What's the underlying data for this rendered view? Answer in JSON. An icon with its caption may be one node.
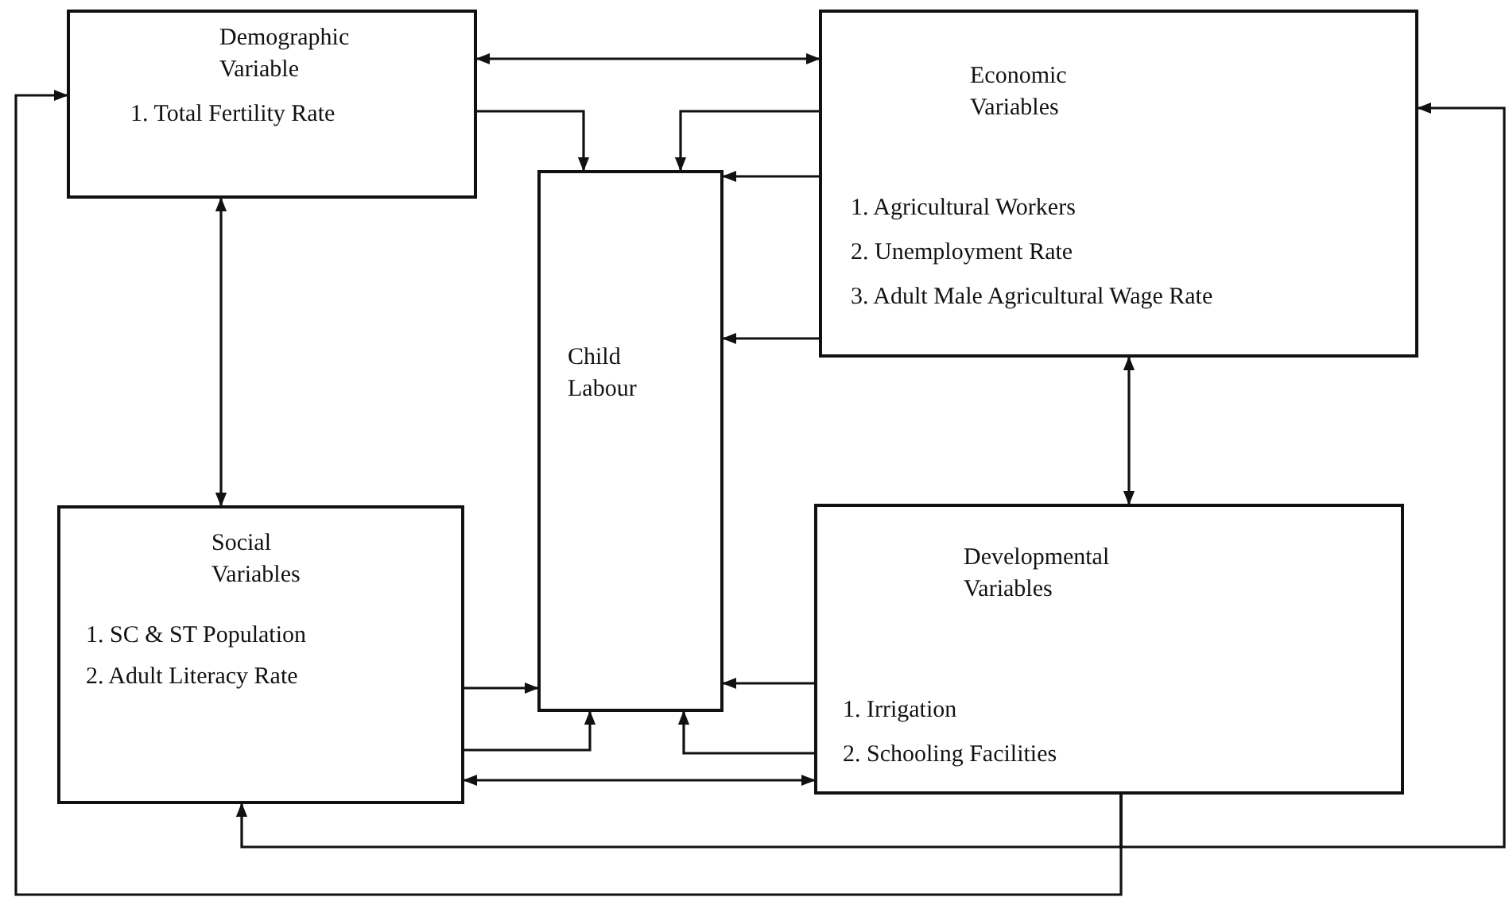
{
  "diagram": {
    "nodes": [
      {
        "text": [
          "Demographic Variable",
          "1. Total Fertility Rate"
        ]
      },
      {
        "text": [
          "Economic Variables",
          "1. Agricultural Workers",
          "2. Unemployment Rate",
          "3. Adult Male Agricultural Wage Rate"
        ]
      },
      {
        "text": [
          "Child Labour"
        ]
      },
      {
        "text": [
          "Social Variables",
          "1. SC & ST Population",
          "2. Adult Literacy Rate"
        ]
      },
      {
        "text": [
          "Developmental Variables",
          "1. Irrigation",
          "2. Schooling Facilities"
        ]
      }
    ],
    "edges": [
      {
        "from": 0,
        "to": 1,
        "arrow": "both"
      },
      {
        "from": 0,
        "to": 2,
        "arrow": "to"
      },
      {
        "from": 1,
        "to": 2,
        "arrow": "to"
      },
      {
        "from": 1,
        "to": 2,
        "arrow": "to"
      },
      {
        "from": 1,
        "to": 2,
        "arrow": "to"
      },
      {
        "from": 0,
        "to": 3,
        "arrow": "both"
      },
      {
        "from": 1,
        "to": 4,
        "arrow": "both"
      },
      {
        "from": 3,
        "to": 2,
        "arrow": "to"
      },
      {
        "from": 4,
        "to": 2,
        "arrow": "to"
      },
      {
        "from": 3,
        "to": 2,
        "arrow": "to"
      },
      {
        "from": 4,
        "to": 2,
        "arrow": "to"
      },
      {
        "from": 3,
        "to": 4,
        "arrow": "both"
      },
      {
        "from": 4,
        "to": 3,
        "arrow": "to"
      },
      {
        "from": 4,
        "to": 1,
        "arrow": "to"
      },
      {
        "from": 4,
        "to": 0,
        "arrow": "to"
      }
    ]
  }
}
